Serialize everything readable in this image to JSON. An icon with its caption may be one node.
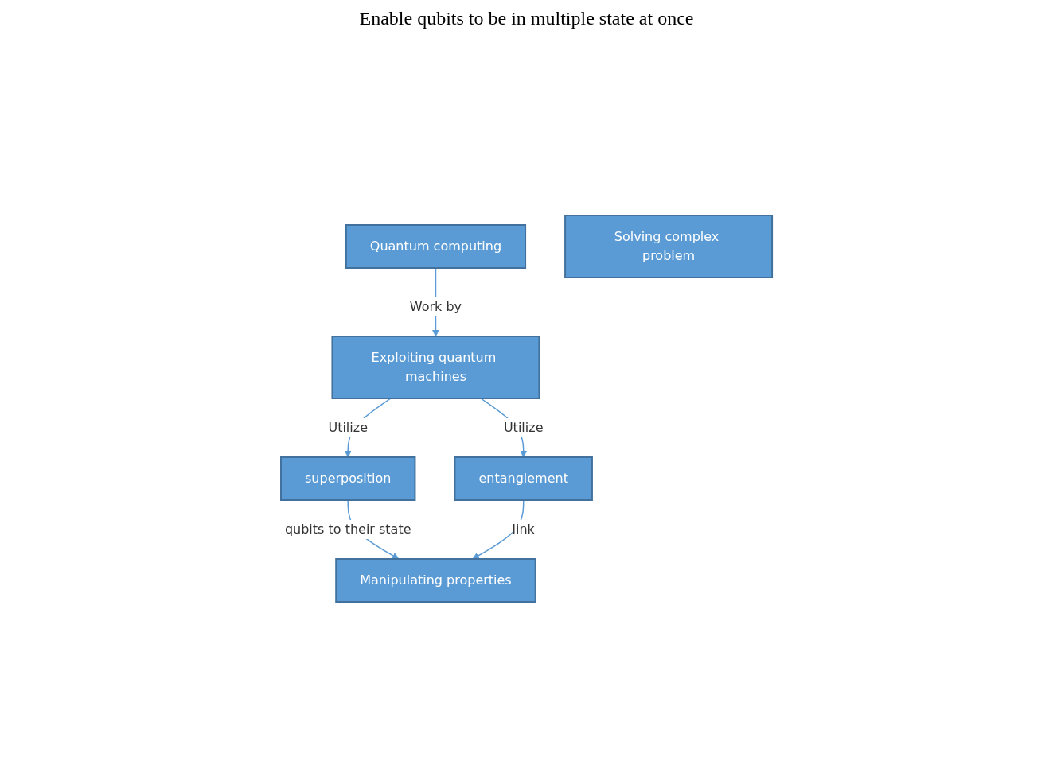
{
  "diagram": {
    "nodes": [
      {
        "text": [
          "Quantum computing"
        ]
      },
      {
        "text": [
          "Exploiting quantum machines"
        ]
      },
      {
        "text": [
          "superposition"
        ]
      },
      {
        "text": [
          "entanglement"
        ]
      },
      {
        "text": [
          "Manipulating properties"
        ]
      },
      {
        "text": [
          "Solving complex problem"
        ]
      }
    ],
    "edges": [
      {
        "from": 0,
        "to": 1,
        "arrow": "to",
        "label": "Work by"
      },
      {
        "from": 1,
        "to": 2,
        "arrow": "to",
        "label": "Utilize"
      },
      {
        "from": 1,
        "to": 3,
        "arrow": "to",
        "label": "Utilize"
      },
      {
        "from": 2,
        "to": 4,
        "arrow": "to",
        "label": "qubits to their state"
      },
      {
        "from": 3,
        "to": 4,
        "arrow": "to",
        "label": "link"
      }
    ],
    "labels": [
      "Enable qubits to be in multiple state at once"
    ]
  }
}
